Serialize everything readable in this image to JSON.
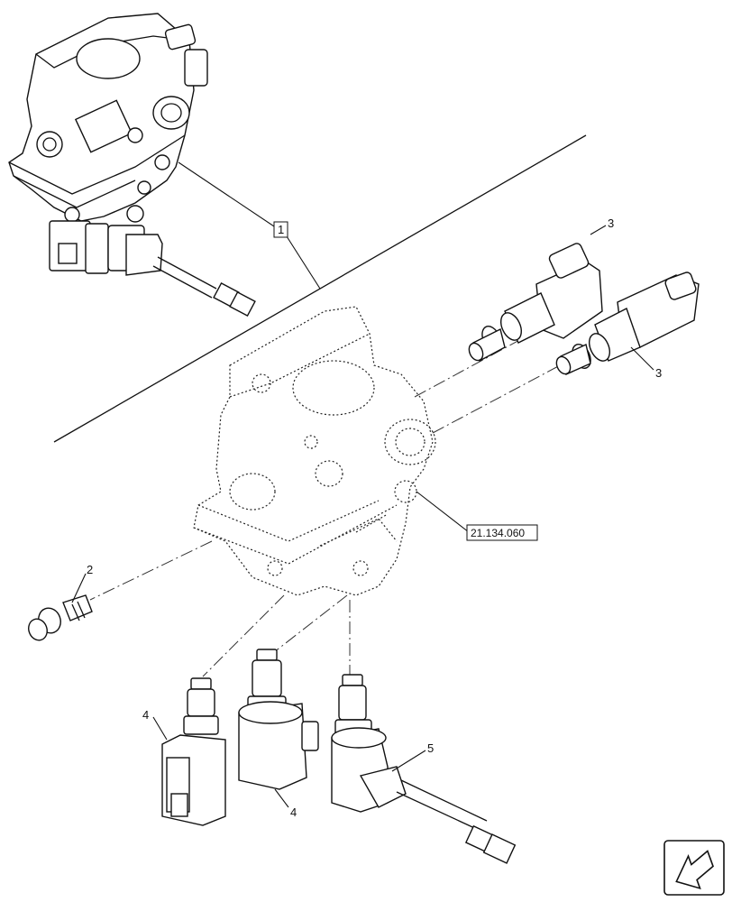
{
  "callouts": {
    "c1": "1",
    "c2": "2",
    "c3a": "3",
    "c3b": "3",
    "c4a": "4",
    "c4b": "4",
    "c5": "5"
  },
  "reference": "21.134.060",
  "icons": {
    "nav": "previous-page-arrow-icon"
  }
}
